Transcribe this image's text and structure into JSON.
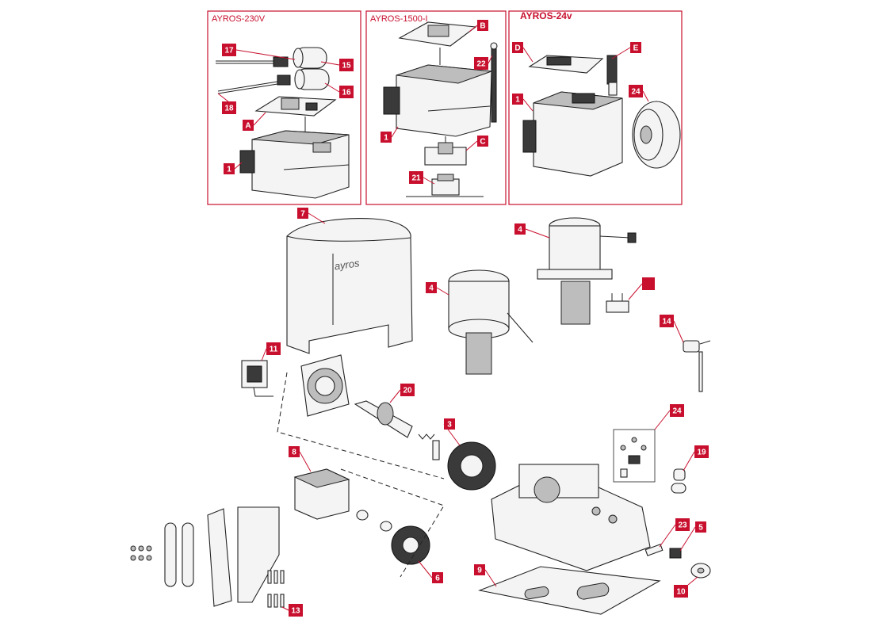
{
  "panels": [
    {
      "id": "p230",
      "title": "AYROS-230V",
      "bold": false
    },
    {
      "id": "p1500",
      "title": "AYROS-1500-I",
      "bold": false
    },
    {
      "id": "p24",
      "title": "AYROS-24v",
      "bold": true
    }
  ],
  "brand_mark": "ayros",
  "callouts": [
    {
      "label": "17"
    },
    {
      "label": "15"
    },
    {
      "label": "18"
    },
    {
      "label": "16"
    },
    {
      "label": "A"
    },
    {
      "label": "1"
    },
    {
      "label": "B"
    },
    {
      "label": "22"
    },
    {
      "label": "1"
    },
    {
      "label": "C"
    },
    {
      "label": "21"
    },
    {
      "label": "D"
    },
    {
      "label": "E"
    },
    {
      "label": "1"
    },
    {
      "label": "24"
    },
    {
      "label": "7"
    },
    {
      "label": "4"
    },
    {
      "label": "4"
    },
    {
      "label": ""
    },
    {
      "label": "14"
    },
    {
      "label": "11"
    },
    {
      "label": "20"
    },
    {
      "label": "3"
    },
    {
      "label": "24"
    },
    {
      "label": "19"
    },
    {
      "label": "8"
    },
    {
      "label": "23"
    },
    {
      "label": "5"
    },
    {
      "label": "6"
    },
    {
      "label": "9"
    },
    {
      "label": "10"
    },
    {
      "label": "13"
    }
  ],
  "colors": {
    "accent": "#c8102e",
    "line": "#222222"
  }
}
